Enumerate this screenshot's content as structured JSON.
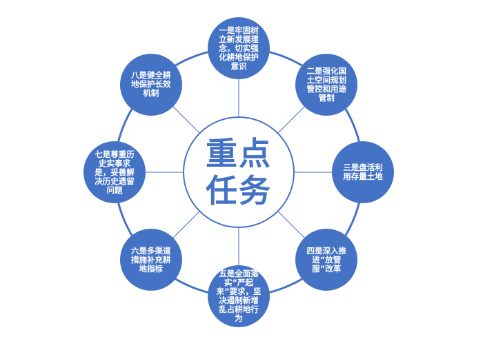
{
  "center_label": "重点任务",
  "accent_color": "#4472c4",
  "tasks": [
    "一是牢固树立新发展理念，切实强化耕地保护意识",
    "二是强化国土空间规划管控和用途管制",
    "三是盘活利用存量土地",
    "四是深入推进“放管服”改革",
    "五是全面落实“严起来”要求，坚决遏制新增乱占耕地行为",
    "六是多渠道措施补充耕地指标",
    "七是尊重历史实事求是，妥善解决历史遗留问题",
    "八是健全耕地保护长效机制"
  ]
}
